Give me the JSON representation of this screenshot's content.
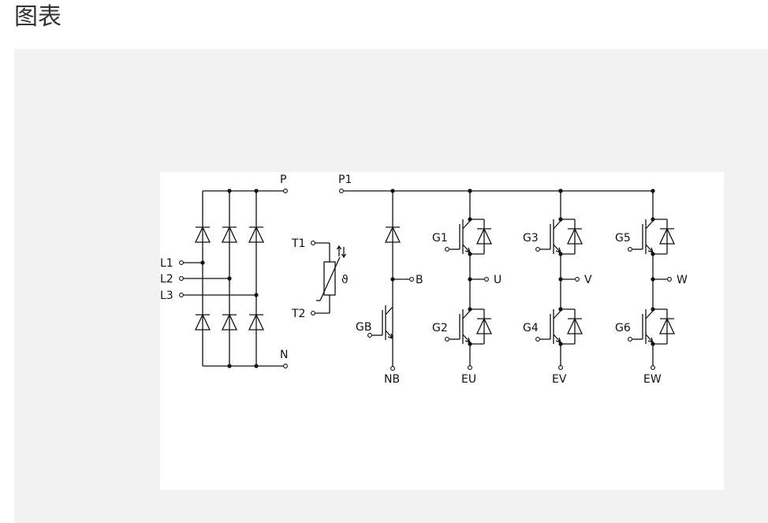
{
  "header": {
    "title": "图表"
  },
  "diagram": {
    "labels": {
      "P": "P",
      "N": "N",
      "P1": "P1",
      "L1": "L1",
      "L2": "L2",
      "L3": "L3",
      "T1": "T1",
      "T2": "T2",
      "theta": "ϑ",
      "B": "B",
      "GB": "GB",
      "NB": "NB",
      "G1": "G1",
      "G2": "G2",
      "G3": "G3",
      "G4": "G4",
      "G5": "G5",
      "G6": "G6",
      "U": "U",
      "V": "V",
      "W": "W",
      "EU": "EU",
      "EV": "EV",
      "EW": "EW"
    }
  }
}
